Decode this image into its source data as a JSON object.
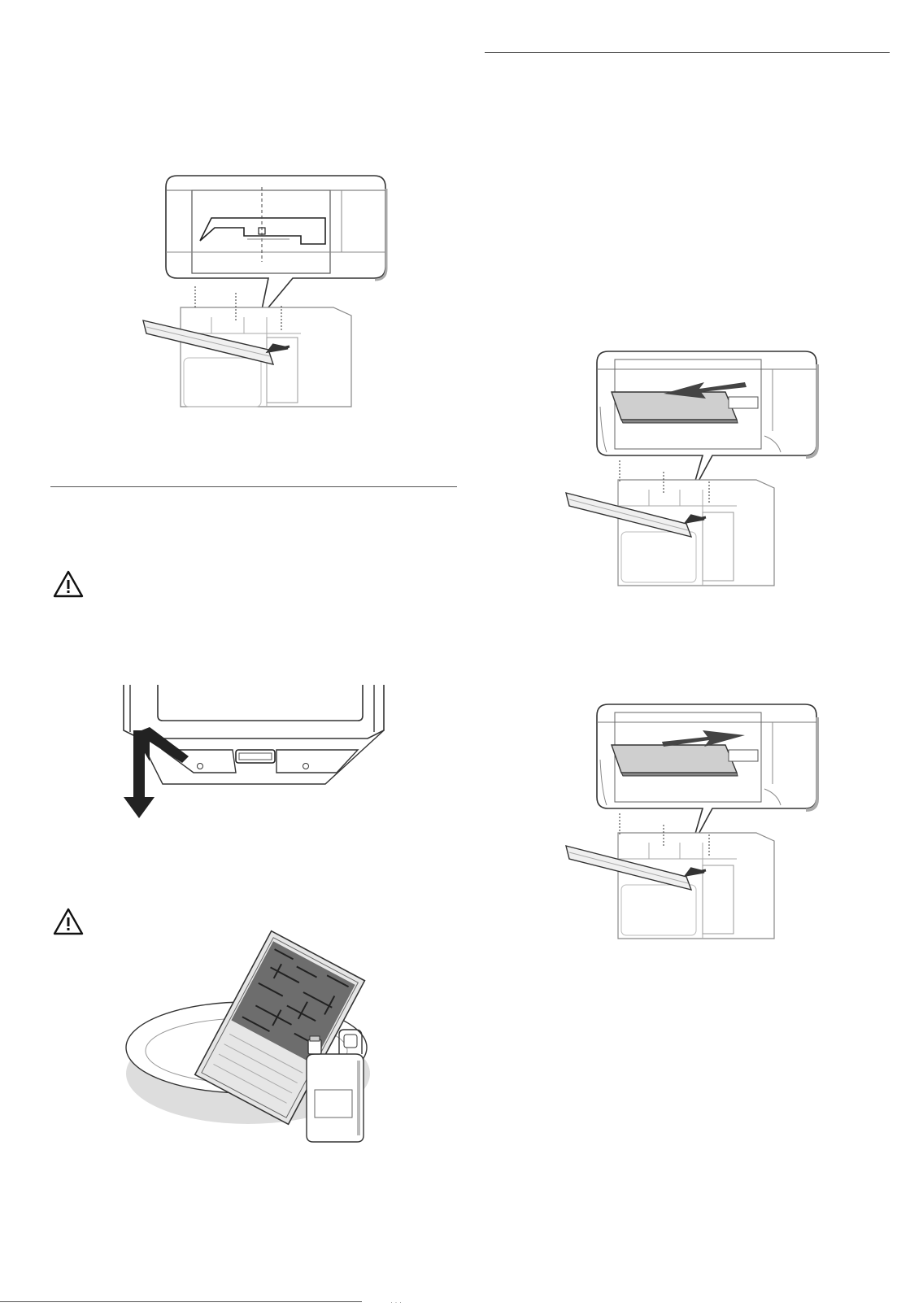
{
  "page": {
    "icons": {
      "warning_1": "warning-triangle-icon",
      "warning_2": "warning-triangle-icon"
    },
    "figures": [
      "grease-filter-access-detail",
      "grease-filter-removal",
      "charcoal-filter-removal",
      "charcoal-filter-insertion",
      "filter-soaking-in-basin"
    ],
    "footer_fragment": "· · ·",
    "colors": {
      "line": "#333333",
      "light_line": "#888888",
      "shade": "#d9d9d9",
      "arrow": "#333333"
    }
  }
}
